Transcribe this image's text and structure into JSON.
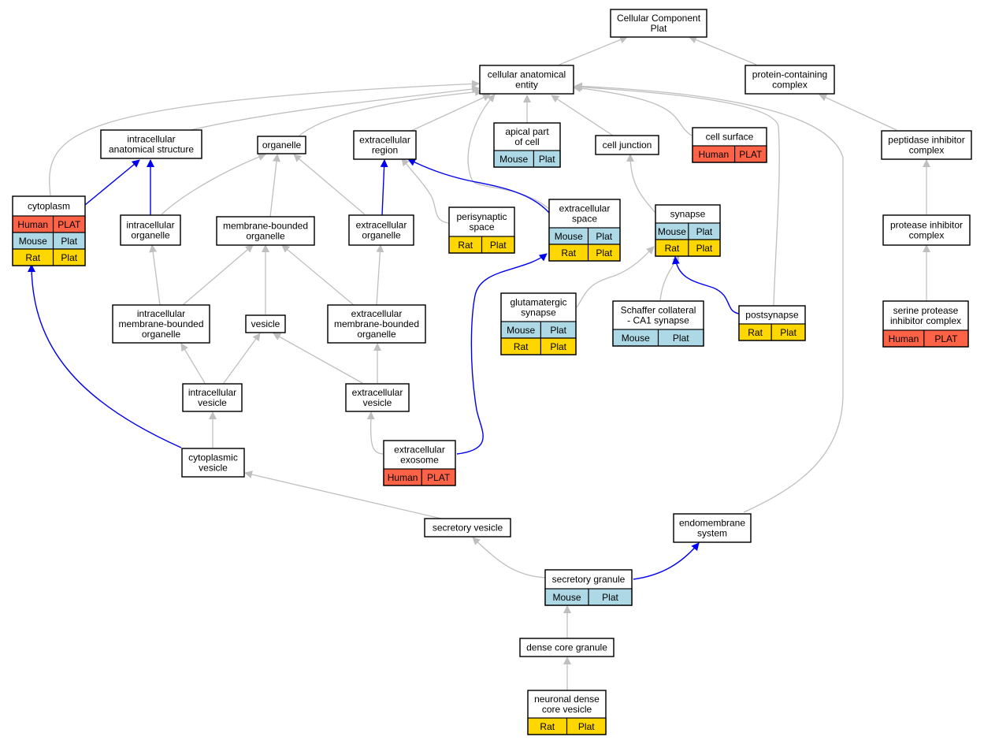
{
  "colors": {
    "human": "#FF6347",
    "mouse": "#ADD8E6",
    "rat": "#FFD700",
    "edge_gray": "#bfbfbf",
    "edge_blue": "#0000EE"
  },
  "nodes": {
    "root": {
      "lines": [
        "Cellular Component",
        "Plat"
      ]
    },
    "cae": {
      "lines": [
        "cellular anatomical",
        "entity"
      ]
    },
    "pcc": {
      "lines": [
        "protein-containing",
        "complex"
      ]
    },
    "ias": {
      "lines": [
        "intracellular",
        "anatomical structure"
      ]
    },
    "org": {
      "lines": [
        "organelle"
      ]
    },
    "er": {
      "lines": [
        "extracellular",
        "region"
      ]
    },
    "apc": {
      "lines": [
        "apical part",
        "of cell"
      ],
      "rows": [
        [
          "Mouse",
          "Plat"
        ]
      ]
    },
    "cj": {
      "lines": [
        "cell junction"
      ]
    },
    "cs": {
      "lines": [
        "cell surface"
      ],
      "rows": [
        [
          "Human",
          "PLAT"
        ]
      ]
    },
    "pic": {
      "lines": [
        "peptidase inhibitor",
        "complex"
      ]
    },
    "cyto": {
      "lines": [
        "cytoplasm"
      ],
      "rows": [
        [
          "Human",
          "PLAT"
        ],
        [
          "Mouse",
          "Plat"
        ],
        [
          "Rat",
          "Plat"
        ]
      ]
    },
    "io": {
      "lines": [
        "intracellular",
        "organelle"
      ]
    },
    "mbo": {
      "lines": [
        "membrane-bounded",
        "organelle"
      ]
    },
    "eo": {
      "lines": [
        "extracellular",
        "organelle"
      ]
    },
    "ps": {
      "lines": [
        "perisynaptic",
        "space"
      ],
      "rows": [
        [
          "Rat",
          "Plat"
        ]
      ]
    },
    "es": {
      "lines": [
        "extracellular",
        "space"
      ],
      "rows": [
        [
          "Mouse",
          "Plat"
        ],
        [
          "Rat",
          "Plat"
        ]
      ]
    },
    "syn": {
      "lines": [
        "synapse"
      ],
      "rows": [
        [
          "Mouse",
          "Plat"
        ],
        [
          "Rat",
          "Plat"
        ]
      ]
    },
    "prot": {
      "lines": [
        "protease inhibitor",
        "complex"
      ]
    },
    "glu": {
      "lines": [
        "glutamatergic",
        "synapse"
      ],
      "rows": [
        [
          "Mouse",
          "Plat"
        ],
        [
          "Rat",
          "Plat"
        ]
      ]
    },
    "sch": {
      "lines": [
        "Schaffer collateral",
        "- CA1 synapse"
      ],
      "rows": [
        [
          "Mouse",
          "Plat"
        ]
      ]
    },
    "post": {
      "lines": [
        "postsynapse"
      ],
      "rows": [
        [
          "Rat",
          "Plat"
        ]
      ]
    },
    "spic": {
      "lines": [
        "serine protease",
        "inhibitor complex"
      ],
      "rows": [
        [
          "Human",
          "PLAT"
        ]
      ]
    },
    "imbo": {
      "lines": [
        "intracellular",
        "membrane-bounded",
        "organelle"
      ]
    },
    "ves": {
      "lines": [
        "vesicle"
      ]
    },
    "embo": {
      "lines": [
        "extracellular",
        "membrane-bounded",
        "organelle"
      ]
    },
    "iv": {
      "lines": [
        "intracellular",
        "vesicle"
      ]
    },
    "ev": {
      "lines": [
        "extracellular",
        "vesicle"
      ]
    },
    "cv": {
      "lines": [
        "cytoplasmic",
        "vesicle"
      ]
    },
    "exo": {
      "lines": [
        "extracellular",
        "exosome"
      ],
      "rows": [
        [
          "Human",
          "PLAT"
        ]
      ]
    },
    "sv": {
      "lines": [
        "secretory vesicle"
      ]
    },
    "ems": {
      "lines": [
        "endomembrane",
        "system"
      ]
    },
    "sg": {
      "lines": [
        "secretory granule"
      ],
      "rows": [
        [
          "Mouse",
          "Plat"
        ]
      ]
    },
    "dcg": {
      "lines": [
        "dense core granule"
      ]
    },
    "ndcv": {
      "lines": [
        "neuronal dense",
        "core vesicle"
      ],
      "rows": [
        [
          "Rat",
          "Plat"
        ]
      ]
    }
  }
}
